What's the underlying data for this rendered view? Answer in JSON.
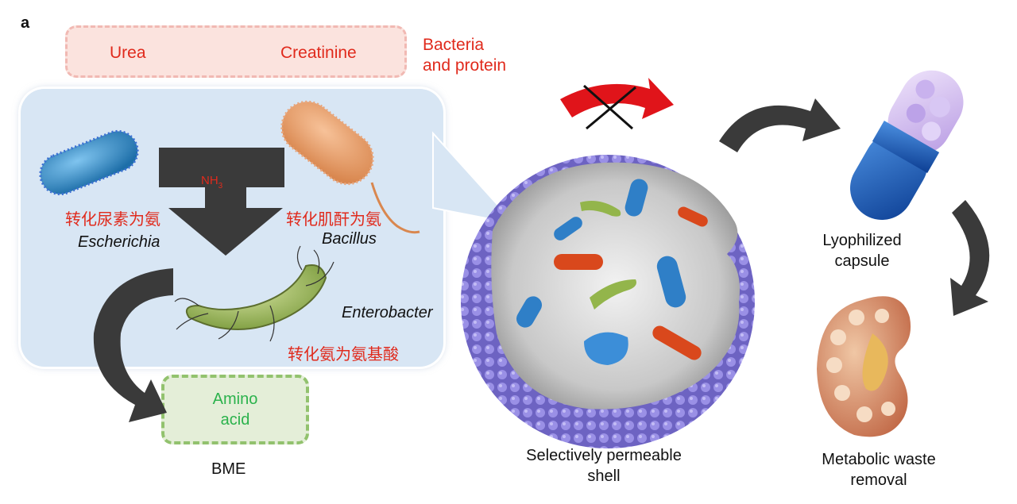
{
  "panel_letter": "a",
  "top_box": {
    "urea": "Urea",
    "creatinine": "Creatinine"
  },
  "bacteria_protein": [
    "Bacteria",
    "and protein"
  ],
  "ammonia": "NH",
  "ammonia_sub": "3",
  "escherichia": {
    "cn": "转化尿素为氨",
    "name": "Escherichia"
  },
  "bacillus": {
    "cn": "转化肌酐为氨",
    "name": "Bacillus"
  },
  "enterobacter": {
    "name": "Enterobacter",
    "cn": "转化氨为氨基酸"
  },
  "amino_acid": [
    "Amino",
    "acid"
  ],
  "bme": "BME",
  "shell_label": [
    "Selectively permeable",
    "shell"
  ],
  "capsule_label": [
    "Lyophilized",
    "capsule"
  ],
  "kidney_label": [
    "Metabolic waste",
    "removal"
  ],
  "colors": {
    "red_text": "#e02a1c",
    "green_text": "#2bb24c",
    "panel_blue": "#d8e6f4",
    "shell_purple": "#7b72cc",
    "arrow_dark": "#3a3a3a",
    "blocked_arrow": "#e0141a"
  }
}
